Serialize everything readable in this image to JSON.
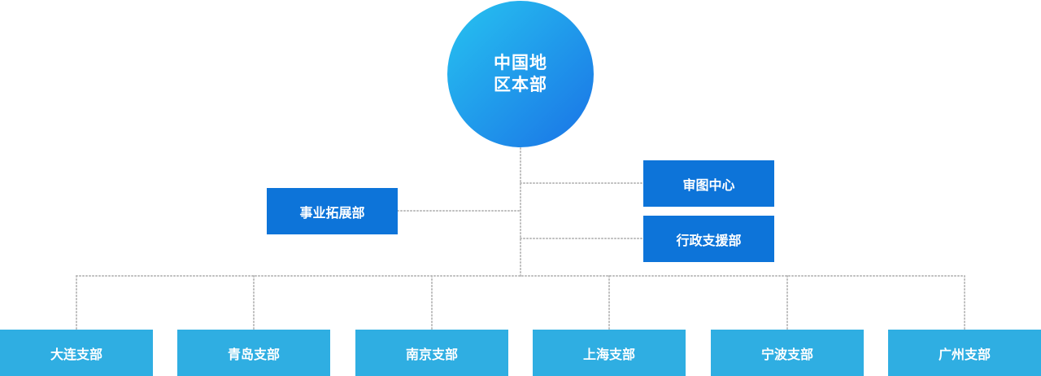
{
  "headquarters": {
    "name": "中国地区本部"
  },
  "departments": [
    {
      "key": "review",
      "label": "审图中心"
    },
    {
      "key": "admin",
      "label": "行政支援部"
    },
    {
      "key": "business",
      "label": "事业拓展部"
    }
  ],
  "branches": [
    {
      "label": "大连支部"
    },
    {
      "label": "青岛支部"
    },
    {
      "label": "南京支部"
    },
    {
      "label": "上海支部"
    },
    {
      "label": "宁波支部"
    },
    {
      "label": "广州支部"
    }
  ],
  "colors": {
    "headquarters_gradient": [
      "#27c3f0",
      "#1a73e6"
    ],
    "department_fill": "#0d74d9",
    "branch_fill": "#2faee2",
    "connector": "#bdbdbd"
  }
}
